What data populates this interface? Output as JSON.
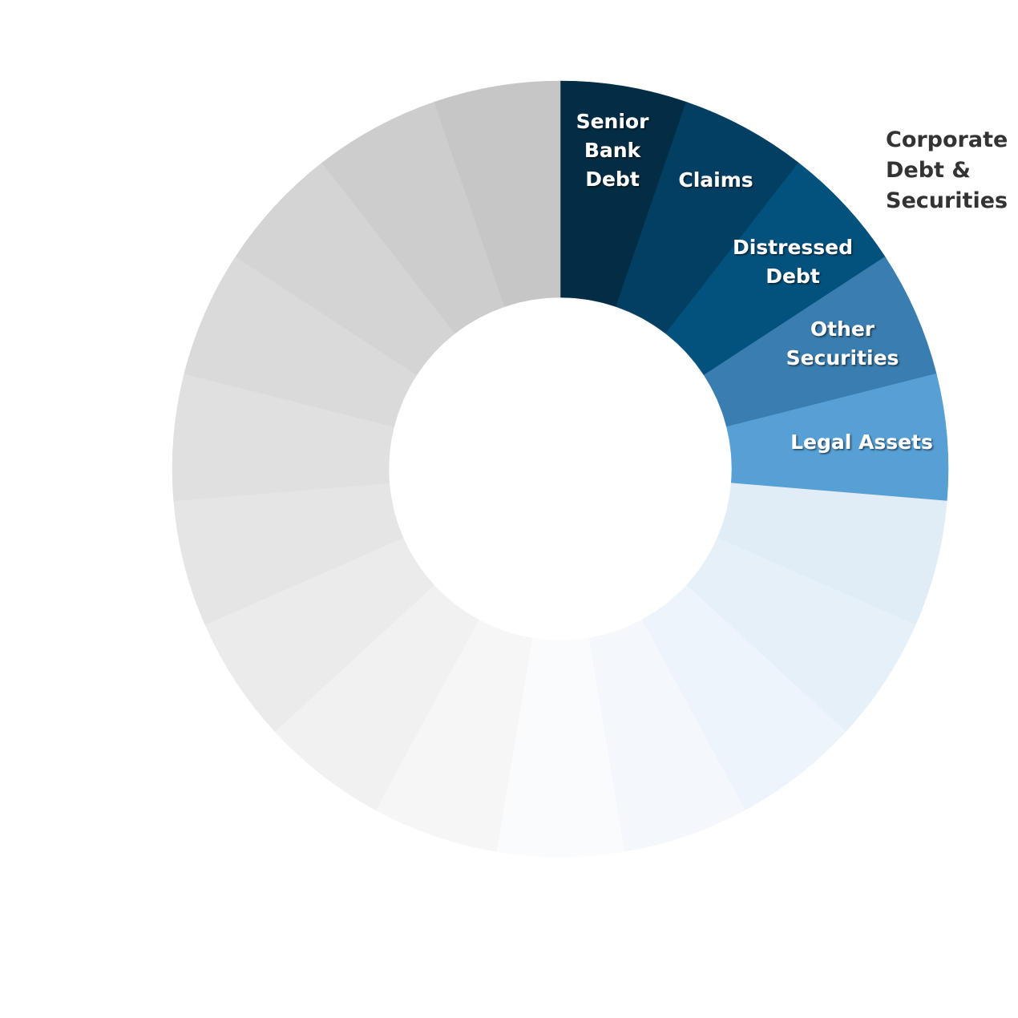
{
  "chart_data": {
    "type": "pie",
    "variant": "donut",
    "title_lines": [
      "Corporate",
      "Debt &",
      "Securities"
    ],
    "segments": [
      {
        "label_lines": [
          "Senior",
          "Bank",
          "Debt"
        ],
        "value": 1,
        "color": "#022d45"
      },
      {
        "label_lines": [
          "Claims"
        ],
        "value": 1,
        "color": "#033f62"
      },
      {
        "label_lines": [
          "Distressed",
          "Debt"
        ],
        "value": 1,
        "color": "#02527d"
      },
      {
        "label_lines": [
          "Other",
          "Securities"
        ],
        "value": 1,
        "color": "#3a7db0"
      },
      {
        "label_lines": [
          "Legal Assets"
        ],
        "value": 1,
        "color": "#56a0d6"
      },
      {
        "label_lines": [],
        "value": 1,
        "color": "#e0ecf6"
      },
      {
        "label_lines": [],
        "value": 1,
        "color": "#e6f0f8"
      },
      {
        "label_lines": [],
        "value": 1,
        "color": "#eef4fb"
      },
      {
        "label_lines": [],
        "value": 1,
        "color": "#f4f8fc"
      },
      {
        "label_lines": [],
        "value": 1,
        "color": "#fafbfd"
      },
      {
        "label_lines": [],
        "value": 1,
        "color": "#f6f6f6"
      },
      {
        "label_lines": [],
        "value": 1,
        "color": "#f1f1f1"
      },
      {
        "label_lines": [],
        "value": 1,
        "color": "#ebebeb"
      },
      {
        "label_lines": [],
        "value": 1,
        "color": "#e5e5e5"
      },
      {
        "label_lines": [],
        "value": 1,
        "color": "#e0e0e0"
      },
      {
        "label_lines": [],
        "value": 1,
        "color": "#dadada"
      },
      {
        "label_lines": [],
        "value": 1,
        "color": "#d4d4d4"
      },
      {
        "label_lines": [],
        "value": 1,
        "color": "#cdcdcd"
      },
      {
        "label_lines": [],
        "value": 1,
        "color": "#c6c6c6"
      }
    ],
    "legend": "none",
    "grid": false
  }
}
